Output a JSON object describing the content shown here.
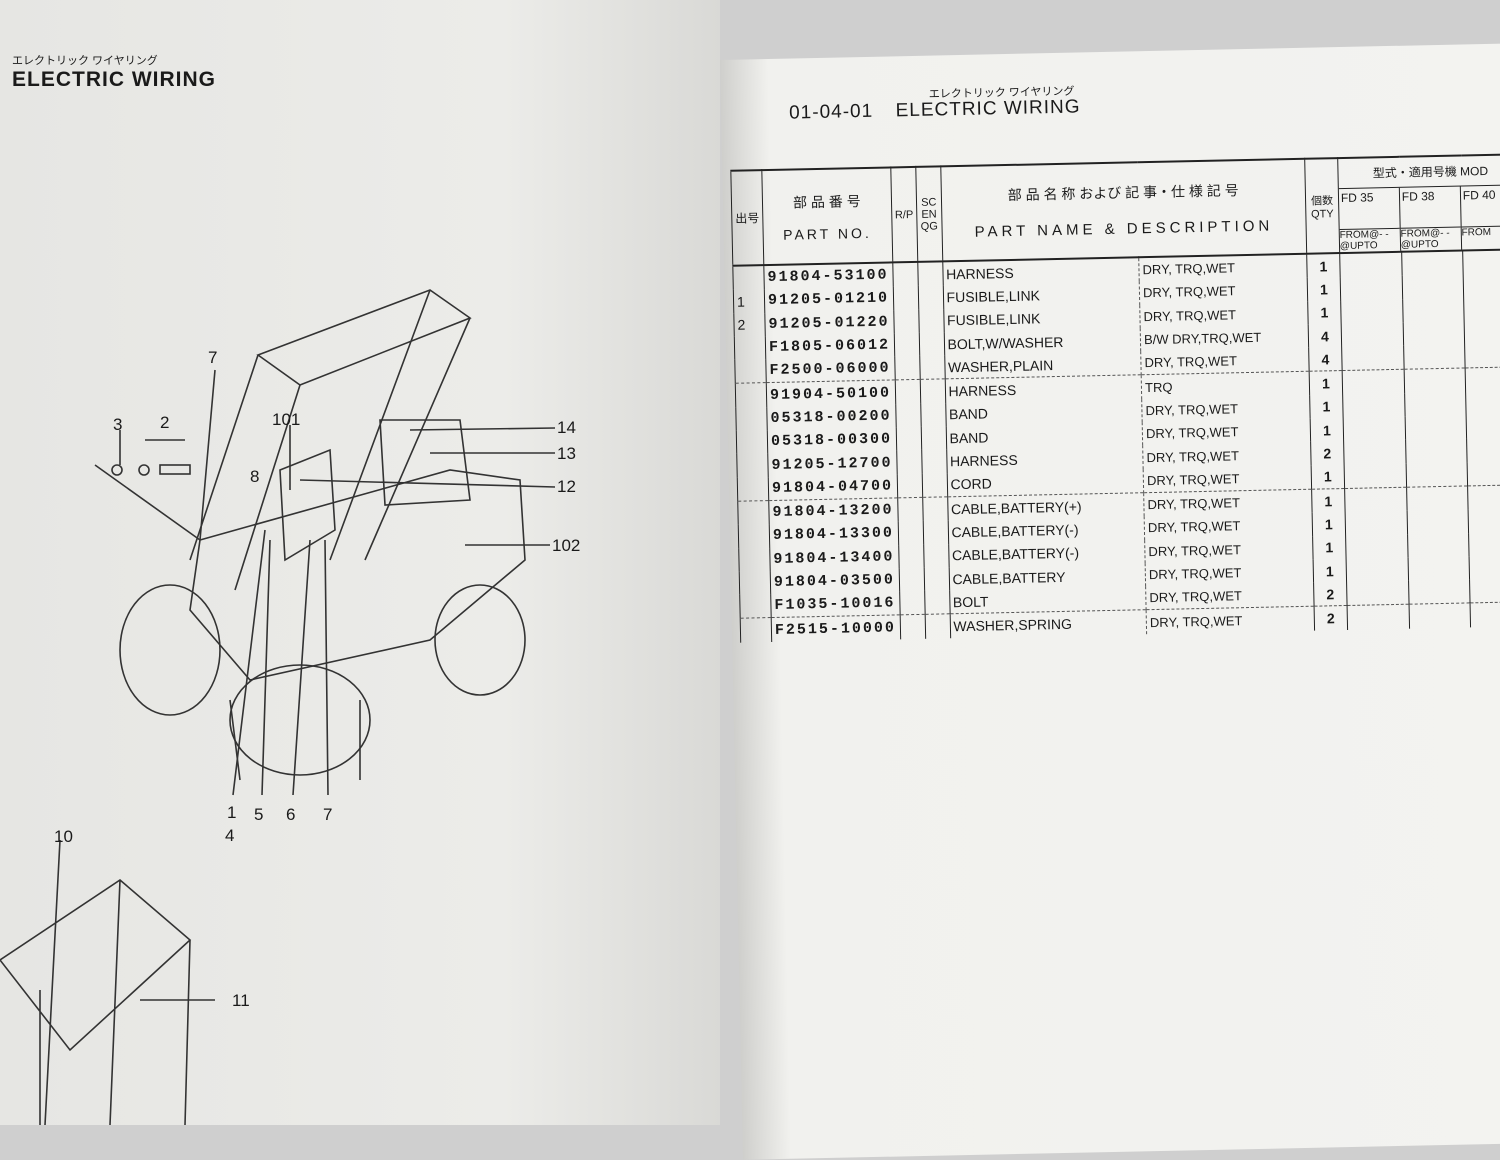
{
  "left_page": {
    "title_jp": "エレクトリック ワイヤリング",
    "title_en": "ELECTRIC WIRING",
    "callouts": [
      "7",
      "3",
      "2",
      "101",
      "8",
      "14",
      "13",
      "12",
      "102",
      "1",
      "4",
      "5",
      "6",
      "7",
      "10",
      "11"
    ]
  },
  "right_page": {
    "title_jp": "エレクトリック ワイヤリング",
    "section_code": "01-04-01",
    "title_en": "ELECTRIC WIRING",
    "headers": {
      "ref_jp": "出号",
      "part_no_jp": "部 品 番 号",
      "part_no": "PART NO.",
      "rsc": "R/P",
      "seng": "SC EN QG",
      "name_jp": "部 品 名 称 および 記 事・仕 様 記 号",
      "name_en": "PART NAME & DESCRIPTION",
      "qty_jp": "個数",
      "qty": "QTY",
      "model_jp": "型式・適用号機 MOD",
      "models": [
        {
          "name": "FD 35",
          "range": "FROM@- -@UPTO"
        },
        {
          "name": "FD 38",
          "range": "FROM@- -@UPTO"
        },
        {
          "name": "FD 40",
          "range": "FROM"
        }
      ]
    },
    "rows": [
      {
        "ref": "",
        "part_no": "91804-53100",
        "name": "HARNESS",
        "desc": "DRY, TRQ,WET",
        "qty": "1"
      },
      {
        "ref": "1",
        "part_no": "91205-01210",
        "name": "FUSIBLE,LINK",
        "desc": "DRY, TRQ,WET",
        "qty": "1"
      },
      {
        "ref": "2",
        "part_no": "91205-01220",
        "name": "FUSIBLE,LINK",
        "desc": "DRY, TRQ,WET",
        "qty": "1"
      },
      {
        "ref": "",
        "part_no": "F1805-06012",
        "name": "BOLT,W/WASHER",
        "desc": "B/W      DRY,TRQ,WET",
        "qty": "4"
      },
      {
        "ref": "",
        "part_no": "F2500-06000",
        "name": "WASHER,PLAIN",
        "desc": "DRY, TRQ,WET",
        "qty": "4"
      },
      {
        "ref": "",
        "part_no": "91904-50100",
        "name": "HARNESS",
        "desc": "TRQ",
        "qty": "1",
        "sep": true
      },
      {
        "ref": "",
        "part_no": "05318-00200",
        "name": "BAND",
        "desc": "DRY, TRQ,WET",
        "qty": "1"
      },
      {
        "ref": "",
        "part_no": "05318-00300",
        "name": "BAND",
        "desc": "DRY, TRQ,WET",
        "qty": "1"
      },
      {
        "ref": "",
        "part_no": "91205-12700",
        "name": "HARNESS",
        "desc": "DRY, TRQ,WET",
        "qty": "2"
      },
      {
        "ref": "",
        "part_no": "91804-04700",
        "name": "CORD",
        "desc": "DRY, TRQ,WET",
        "qty": "1"
      },
      {
        "ref": "",
        "part_no": "91804-13200",
        "name": "CABLE,BATTERY(+)",
        "desc": "DRY, TRQ,WET",
        "qty": "1",
        "sep": true
      },
      {
        "ref": "",
        "part_no": "91804-13300",
        "name": "CABLE,BATTERY(-)",
        "desc": "DRY, TRQ,WET",
        "qty": "1"
      },
      {
        "ref": "",
        "part_no": "91804-13400",
        "name": "CABLE,BATTERY(-)",
        "desc": "DRY, TRQ,WET",
        "qty": "1"
      },
      {
        "ref": "",
        "part_no": "91804-03500",
        "name": "CABLE,BATTERY",
        "desc": "DRY, TRQ,WET",
        "qty": "1"
      },
      {
        "ref": "",
        "part_no": "F1035-10016",
        "name": "BOLT",
        "desc": "DRY, TRQ,WET",
        "qty": "2"
      },
      {
        "ref": "",
        "part_no": "F2515-10000",
        "name": "WASHER,SPRING",
        "desc": "DRY, TRQ,WET",
        "qty": "2",
        "sep": true
      }
    ]
  }
}
